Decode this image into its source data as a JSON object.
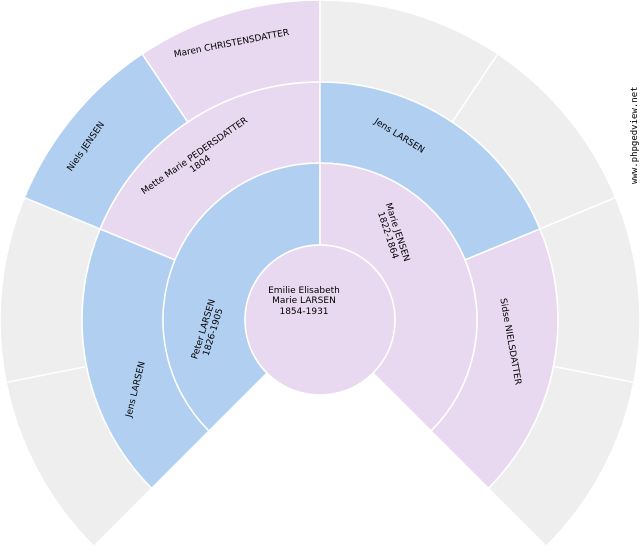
{
  "colors": {
    "male": "#b1cff0",
    "female": "#e9d9f0",
    "empty": "#eeeeee",
    "border": "#ffffff"
  },
  "watermark": "www.phpgedview.net",
  "root": {
    "line1": "Emilie Elisabeth",
    "line2": "Marie LARSEN",
    "dates": "1854-1931",
    "sex": "female"
  },
  "generation1": [
    {
      "name": "Peter LARSEN",
      "dates": "1826-1905",
      "sex": "male"
    },
    {
      "name": "Marie JENSEN",
      "dates": "1822-1864",
      "sex": "female"
    }
  ],
  "generation2": [
    {
      "name": "Jens LARSEN",
      "dates": "",
      "sex": "male"
    },
    {
      "name": "Mette Marie PEDERSDATTER",
      "dates": "1804",
      "sex": "female"
    },
    {
      "name": "Jens LARSEN",
      "dates": "",
      "sex": "male"
    },
    {
      "name": "Sidse NIELSDATTER",
      "dates": "",
      "sex": "female"
    }
  ],
  "generation3": [
    {
      "name": "",
      "sex": "empty"
    },
    {
      "name": "",
      "sex": "empty"
    },
    {
      "name": "Niels JENSEN",
      "sex": "male"
    },
    {
      "name": "Maren CHRISTENSDATTER",
      "sex": "female"
    },
    {
      "name": "",
      "sex": "empty"
    },
    {
      "name": "",
      "sex": "empty"
    },
    {
      "name": "",
      "sex": "empty"
    },
    {
      "name": "",
      "sex": "empty"
    }
  ]
}
